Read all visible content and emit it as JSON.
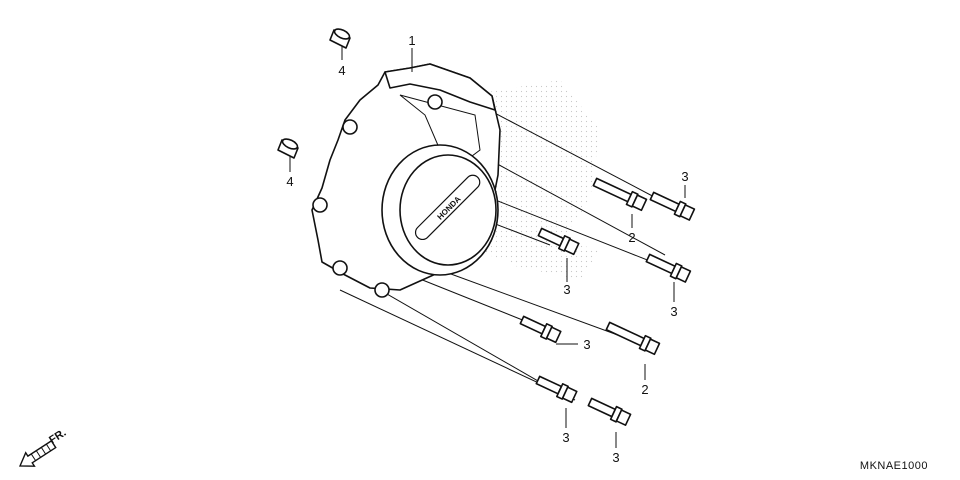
{
  "callouts": {
    "c1": "1",
    "c2a": "2",
    "c2b": "2",
    "c3a": "3",
    "c3b": "3",
    "c3c": "3",
    "c3d": "3",
    "c3e": "3",
    "c3f": "3",
    "c4a": "4",
    "c4b": "4"
  },
  "diagram_code": "MKNAE1000",
  "front_label": "FR.",
  "emblem_text": "HONDA",
  "colors": {
    "line": "#111111",
    "stipple": "#777777",
    "background": "#ffffff"
  }
}
